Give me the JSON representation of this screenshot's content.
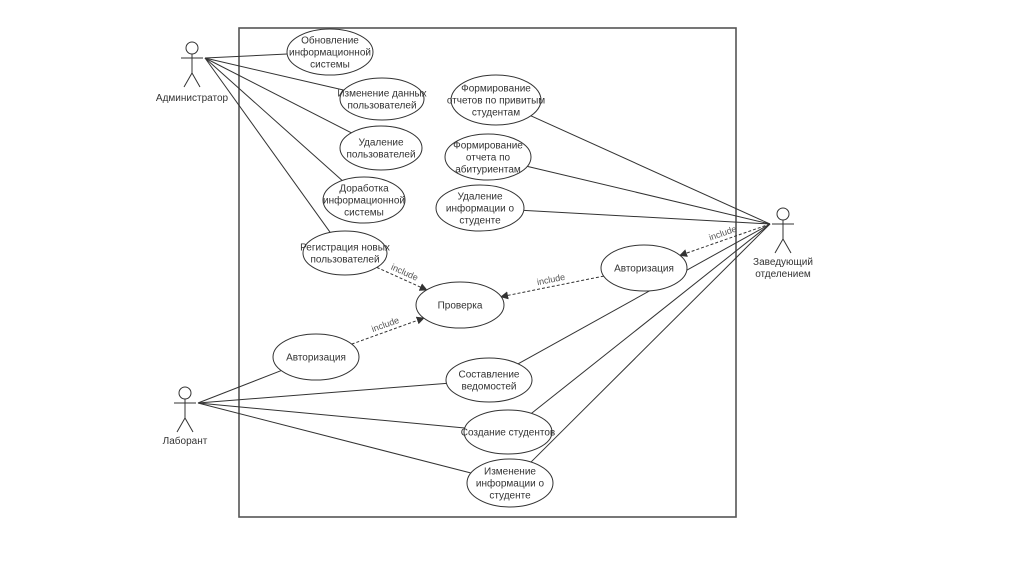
{
  "diagram": {
    "type": "uml-use-case",
    "actors": [
      {
        "id": "admin",
        "label": "Администратор"
      },
      {
        "id": "lab",
        "label": "Лаборант"
      },
      {
        "id": "head",
        "label_lines": [
          "Заведующий",
          "отделением"
        ]
      }
    ],
    "use_cases": [
      {
        "id": "uc_update_is",
        "lines": [
          "Обновление",
          "информационной",
          "системы"
        ]
      },
      {
        "id": "uc_edit_users",
        "lines": [
          "Изменение данных",
          "пользователей"
        ]
      },
      {
        "id": "uc_delete_users",
        "lines": [
          "Удаление",
          "пользователей"
        ]
      },
      {
        "id": "uc_improve_is",
        "lines": [
          "Доработка",
          "информационной",
          "системы"
        ]
      },
      {
        "id": "uc_register_users",
        "lines": [
          "Регистрация новых",
          "пользователей"
        ]
      },
      {
        "id": "uc_check",
        "lines": [
          "Проверка"
        ]
      },
      {
        "id": "uc_auth_lab",
        "lines": [
          "Авторизация"
        ]
      },
      {
        "id": "uc_report_vaccinated",
        "lines": [
          "Формирование",
          "отчетов по привитым",
          "студентам"
        ]
      },
      {
        "id": "uc_report_applicants",
        "lines": [
          "Формирование",
          "отчета по",
          "абитуриентам"
        ]
      },
      {
        "id": "uc_delete_student_info",
        "lines": [
          "Удаление",
          "информации о",
          "студенте"
        ]
      },
      {
        "id": "uc_auth_head",
        "lines": [
          "Авторизация"
        ]
      },
      {
        "id": "uc_statements",
        "lines": [
          "Составление",
          "ведомостей"
        ]
      },
      {
        "id": "uc_create_students",
        "lines": [
          "Создание студентов"
        ]
      },
      {
        "id": "uc_edit_student_info",
        "lines": [
          "Изменение",
          "информации о",
          "студенте"
        ]
      }
    ],
    "associations": [
      [
        "admin",
        "uc_update_is"
      ],
      [
        "admin",
        "uc_edit_users"
      ],
      [
        "admin",
        "uc_delete_users"
      ],
      [
        "admin",
        "uc_improve_is"
      ],
      [
        "admin",
        "uc_register_users"
      ],
      [
        "lab",
        "uc_auth_lab"
      ],
      [
        "lab",
        "uc_statements"
      ],
      [
        "lab",
        "uc_create_students"
      ],
      [
        "lab",
        "uc_edit_student_info"
      ],
      [
        "head",
        "uc_report_vaccinated"
      ],
      [
        "head",
        "uc_report_applicants"
      ],
      [
        "head",
        "uc_delete_student_info"
      ],
      [
        "head",
        "uc_statements"
      ],
      [
        "head",
        "uc_create_students"
      ],
      [
        "head",
        "uc_edit_student_info"
      ]
    ],
    "includes": [
      {
        "from": "uc_register_users",
        "to": "uc_check",
        "label": "include"
      },
      {
        "from": "uc_auth_lab",
        "to": "uc_check",
        "label": "include"
      },
      {
        "from": "uc_auth_head",
        "to": "uc_check",
        "label": "include"
      },
      {
        "from": "head",
        "to": "uc_auth_head",
        "label": "include"
      }
    ],
    "colors": {
      "stroke": "#333333",
      "boundary": "#555555",
      "background": "#ffffff"
    }
  }
}
